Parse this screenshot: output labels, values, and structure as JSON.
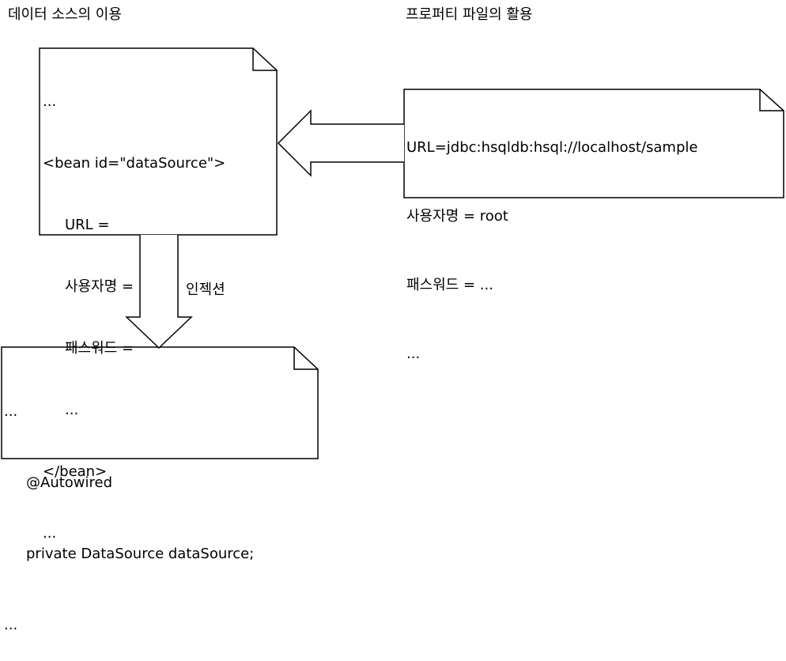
{
  "titles": {
    "left": "데이터 소스의 이용",
    "right": "프로퍼티 파일의 활용"
  },
  "bean_doc": {
    "lines": [
      "...",
      "<bean id=\"dataSource\">",
      "URL =",
      "사용자명 =",
      "패스워드 =",
      "...",
      "</bean>",
      "..."
    ]
  },
  "props_doc": {
    "lines": [
      "URL=jdbc:hsqldb:hsql://localhost/sample",
      "사용자명 = root",
      "패스워드 = ...",
      "..."
    ]
  },
  "code_doc": {
    "lines": [
      "...",
      "@Autowired",
      "private DataSource dataSource;",
      "..."
    ]
  },
  "arrow_label": "인젝션"
}
